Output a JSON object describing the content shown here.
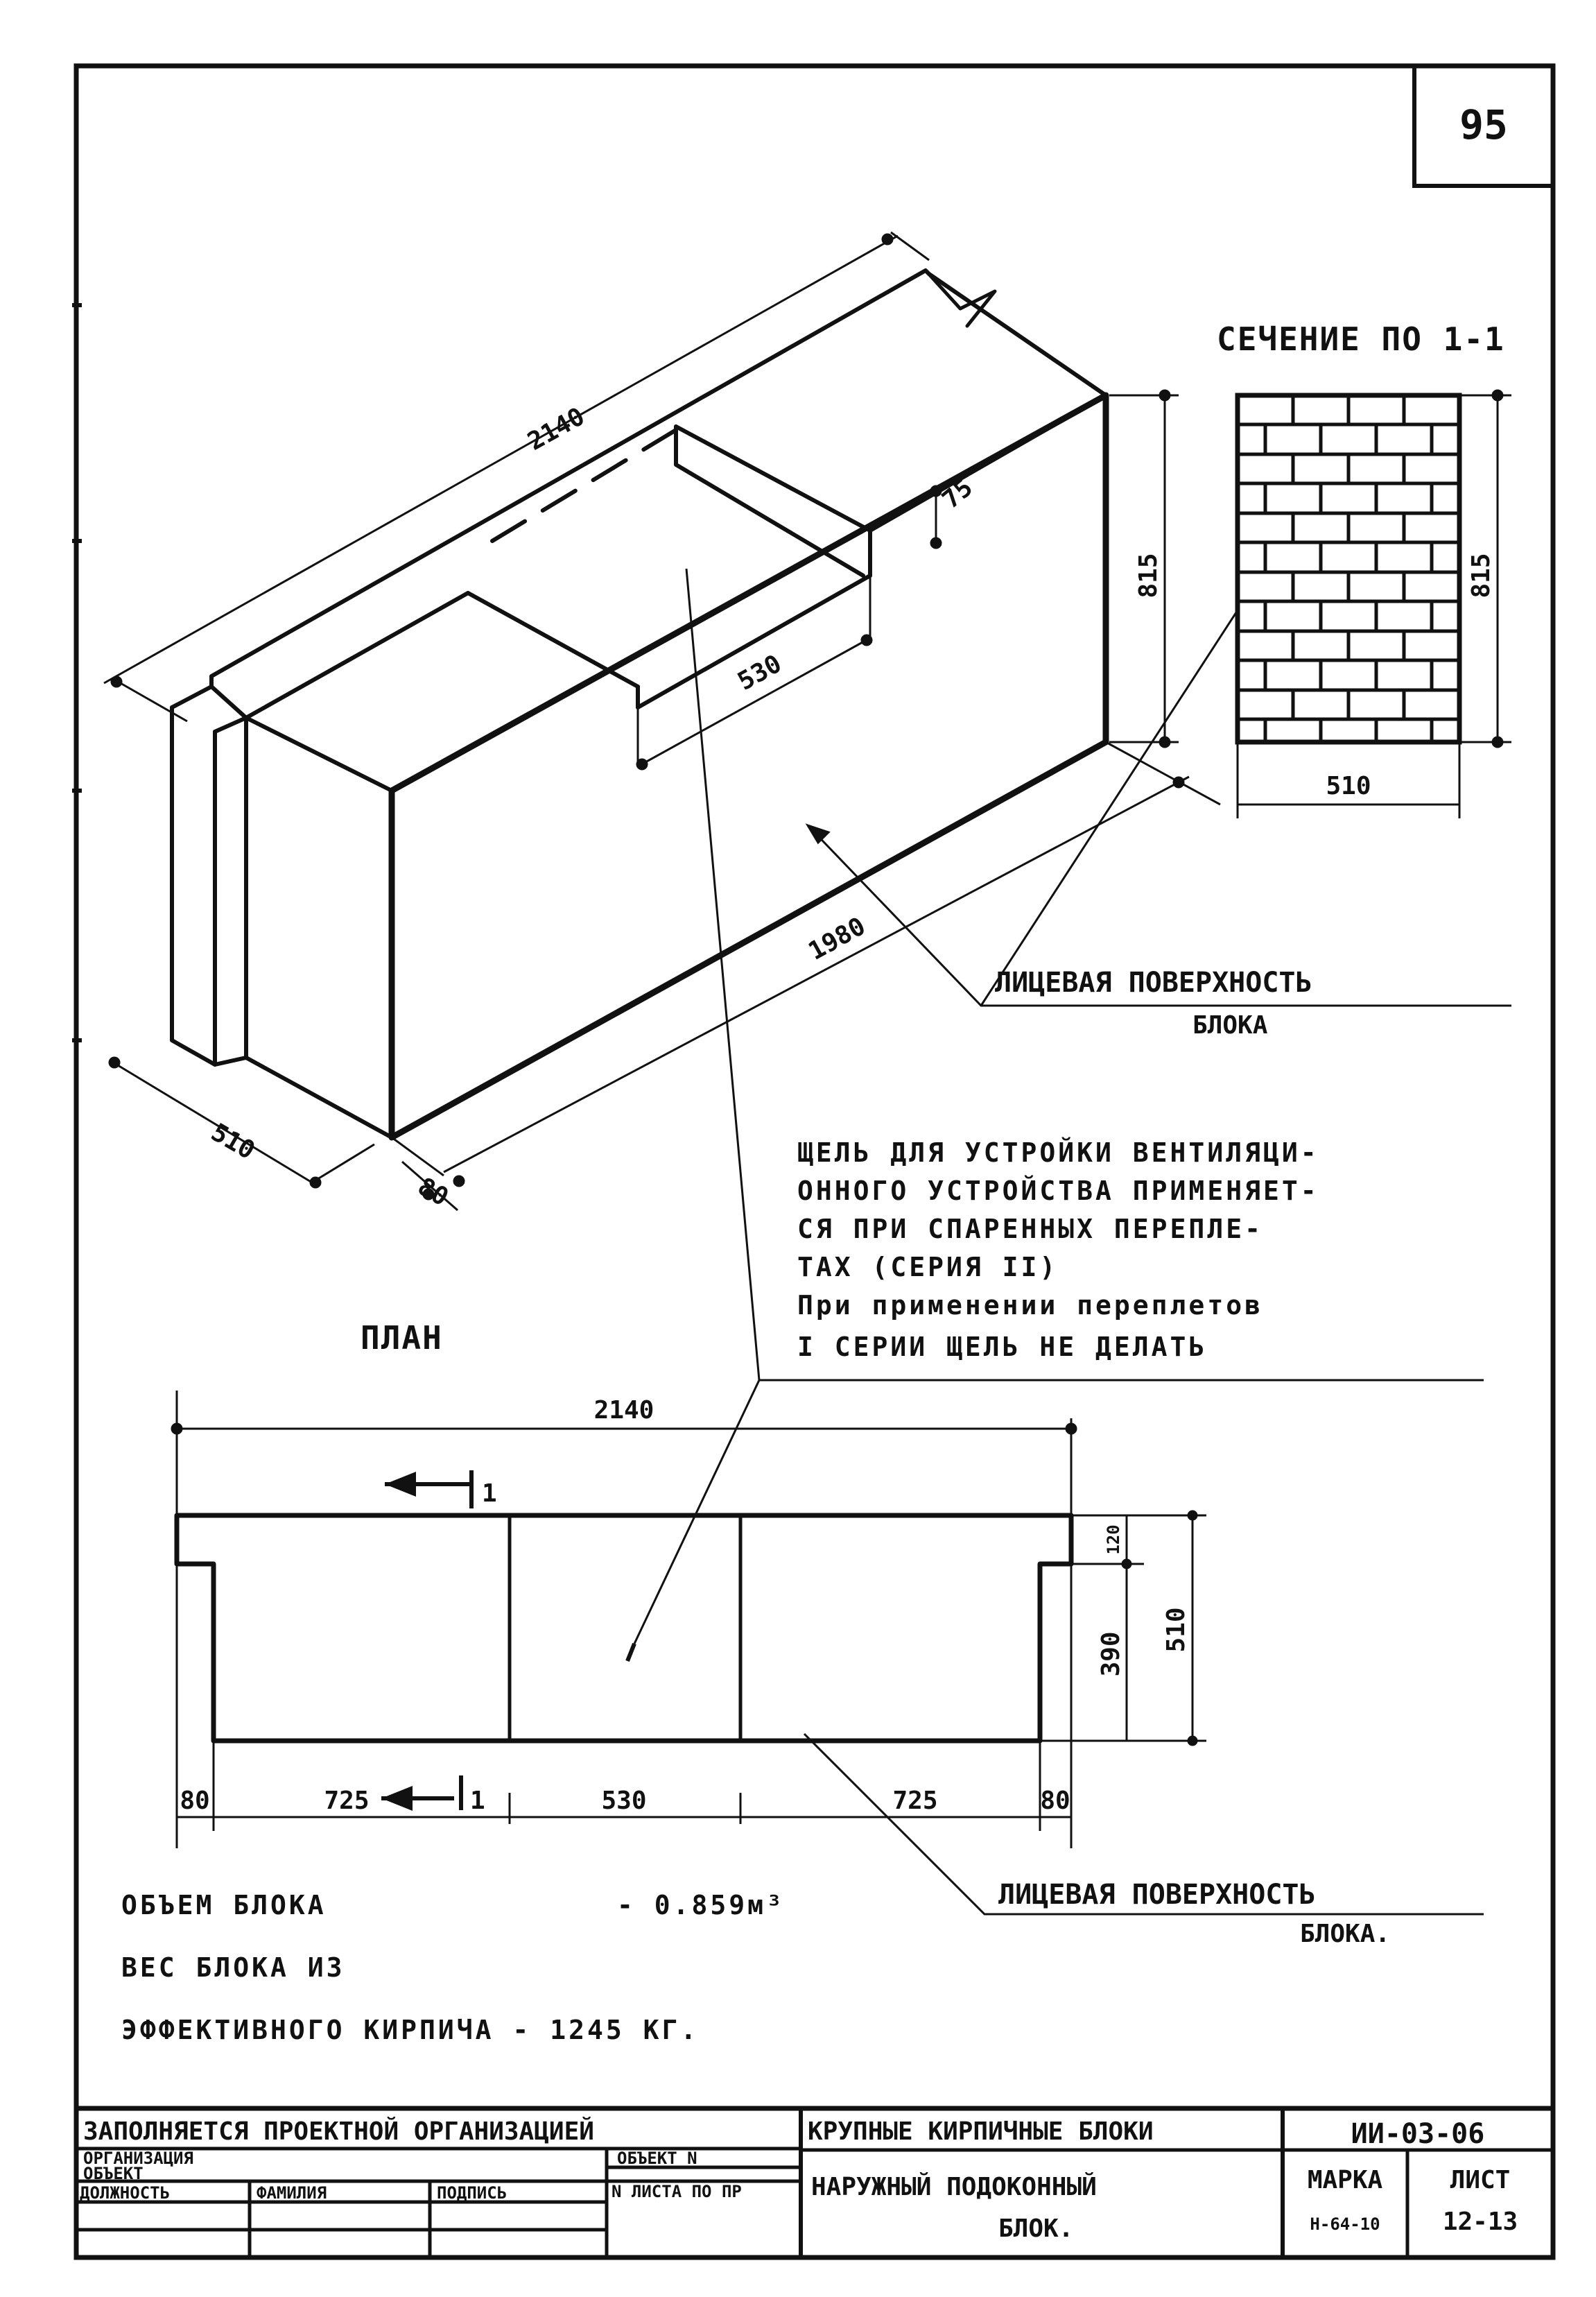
{
  "sheet_number": "95",
  "section": {
    "title": "СЕЧЕНИЕ ПО 1-1",
    "height_left": "815",
    "height_right": "815",
    "width": "510"
  },
  "iso": {
    "length_top": "2140",
    "length_bottom": "1980",
    "depth": "510",
    "quarter": "80",
    "slot_length": "530",
    "slot_depth": "75"
  },
  "face_label_1": [
    "ЛИЦЕВАЯ ПОВЕРХНОСТЬ",
    "БЛОКА"
  ],
  "slot_note": [
    "ЩЕЛЬ ДЛЯ УСТРОЙКИ ВЕНТИЛЯЦИ-",
    "ОННОГО УСТРОЙСТВА ПРИМЕНЯЕТ-",
    "СЯ ПРИ СПАРЕННЫХ ПЕРЕПЛЕ-",
    "ТАХ (СЕРИЯ II)",
    "При применении переплетов",
    "I СЕРИИ ЩЕЛЬ НЕ ДЕЛАТЬ"
  ],
  "plan": {
    "title": "ПЛАН",
    "overall": "2140",
    "section_mark": "1",
    "segments": [
      "80",
      "725",
      "530",
      "725",
      "80"
    ],
    "h_top": "120",
    "h_bottom": "390",
    "h_total": "510"
  },
  "face_label_2": [
    "ЛИЦЕВАЯ ПОВЕРХНОСТЬ",
    "БЛОКА."
  ],
  "volume": {
    "label": "ОБЪЕМ БЛОКА",
    "value": "- 0.859м³"
  },
  "weight": {
    "line1": "ВЕС БЛОКА ИЗ",
    "line2": "ЭФФЕКТИВНОГО КИРПИЧА - 1245 КГ."
  },
  "title_block": {
    "fill_header": "ЗАПОЛНЯЕТСЯ ПРОЕКТНОЙ ОРГАНИЗАЦИЕЙ",
    "org": "ОРГАНИЗАЦИЯ",
    "obj": "ОБЪЕКТ",
    "obj_no": "ОБЪЕКТ N",
    "sheet_pp": "N ЛИСТА ПО ПР",
    "cols": [
      "ДОЛЖНОСТЬ",
      "ФАМИЛИЯ",
      "ПОДПИСЬ"
    ],
    "title1": "КРУПНЫЕ КИРПИЧНЫЕ БЛОКИ",
    "title2": "НАРУЖНЫЙ ПОДОКОННЫЙ",
    "title3": "БЛОК.",
    "code": "ИИ-03-06",
    "mark_label": "МАРКА",
    "mark": "Н-64-10",
    "sheet_label": "ЛИСТ",
    "sheet": "12-13"
  }
}
